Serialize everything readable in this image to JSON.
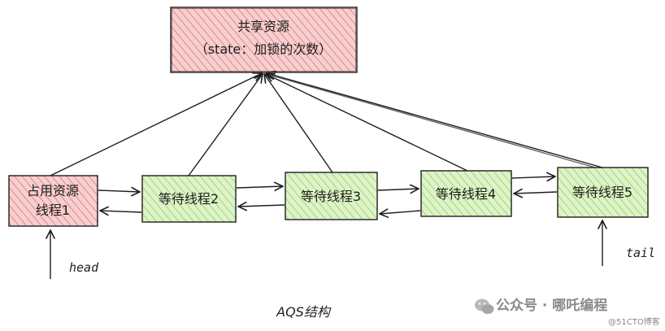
{
  "diagram": {
    "shared_resource": {
      "title": "共享资源",
      "subtitle": "（state：加锁的次数）"
    },
    "nodes": [
      {
        "id": "n1",
        "line1": "占用资源",
        "line2": "线程1",
        "fill": "#f4c6c6",
        "hatch": "#e06b6b"
      },
      {
        "id": "n2",
        "line1": "等待线程2",
        "fill": "#d8f0c0",
        "hatch": "#8fce5a"
      },
      {
        "id": "n3",
        "line1": "等待线程3",
        "fill": "#d8f0c0",
        "hatch": "#8fce5a"
      },
      {
        "id": "n4",
        "line1": "等待线程4",
        "fill": "#d8f0c0",
        "hatch": "#8fce5a"
      },
      {
        "id": "n5",
        "line1": "等待线程5",
        "fill": "#d8f0c0",
        "hatch": "#8fce5a"
      }
    ],
    "head_label": "head",
    "tail_label": "tail",
    "caption": "AQS结构"
  },
  "watermark": {
    "line1": "公众号 · 哪吒编程",
    "line2": "@51CTO博客",
    "icon": "wechat-icon"
  },
  "colors": {
    "stroke": "#1e1e1e",
    "red_fill": "#f4c6c6",
    "red_hatch": "#e06b6b",
    "green_fill": "#d8f0c0",
    "green_hatch": "#8fce5a"
  }
}
